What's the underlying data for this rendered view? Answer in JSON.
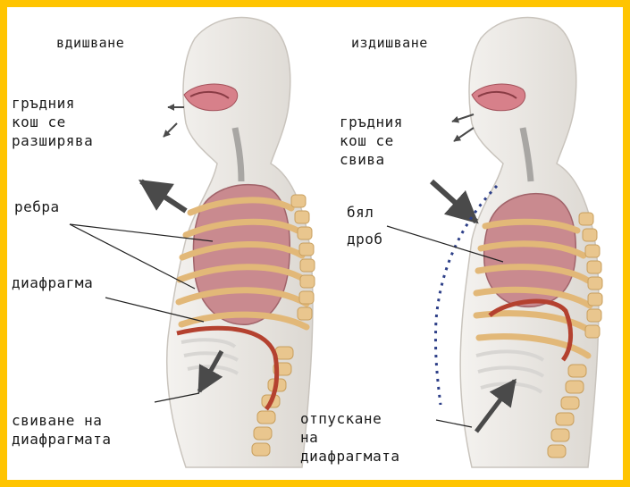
{
  "panels": {
    "left": {
      "title": "вдишване",
      "chest_lines": [
        "гръдния",
        "кош се",
        "разширява"
      ],
      "ribs": "ребра",
      "diaphragm": "диафрагма",
      "contraction_lines": [
        "свиване на",
        "диафрагмата"
      ]
    },
    "right": {
      "title": "издишване",
      "chest_lines": [
        "гръдния",
        "кош се",
        "свива"
      ],
      "lung_lines": [
        "бял",
        "дроб"
      ],
      "relax_lines": [
        "отпускане",
        "на",
        "диафрагмата"
      ]
    }
  },
  "colors": {
    "border": "#ffc400",
    "body": "#ece9e4",
    "lung": "#c98a8f",
    "rib": "#e2b878",
    "diaphragm": "#b4412f",
    "arrow": "#4a4a4a",
    "dotted": "#2d3f88"
  }
}
